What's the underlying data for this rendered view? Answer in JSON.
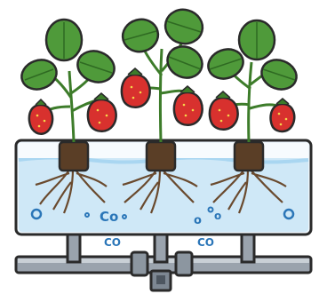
{
  "illustration": {
    "subject": "hydroponic-strawberry-system",
    "plant_count": 3,
    "colors": {
      "leaf": "#4f9a3a",
      "leaf_dark": "#2f6a22",
      "berry": "#d8312e",
      "berry_highlight": "#f06a55",
      "seed": "#f5d74a",
      "water": "#cfe8f7",
      "water_surface": "#a9d6f1",
      "root": "#6a4a2e",
      "soil": "#5a3e26",
      "pipe": "#9aa3ad",
      "pipe_dark": "#4d5660",
      "bubble_text": "#2b76b8",
      "outline": "#2a2a2a"
    },
    "bubble_labels": [
      "Co",
      "o",
      "CO",
      "CO",
      "o"
    ]
  }
}
